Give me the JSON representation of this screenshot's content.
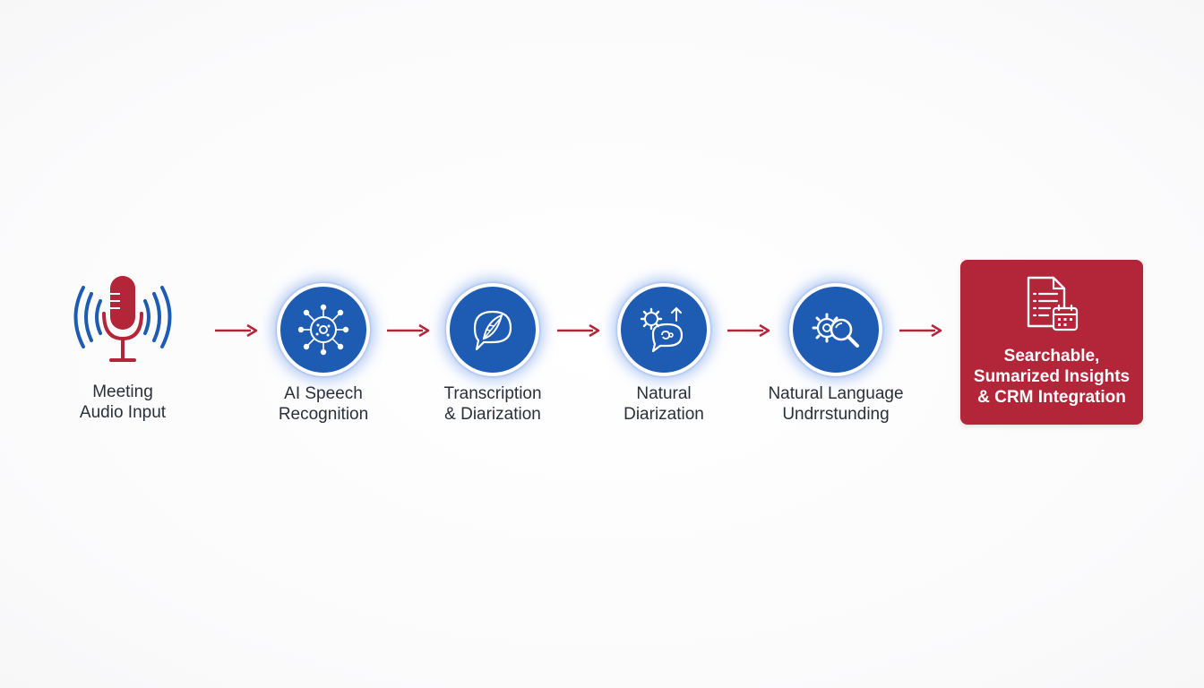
{
  "colors": {
    "accent_red": "#b3263a",
    "accent_blue": "#1d5cb2",
    "text": "#2a2f3a",
    "background": "#ffffff"
  },
  "steps": [
    {
      "icon": "microphone-icon",
      "line1": "Meeting",
      "line2": "Audio Input"
    },
    {
      "icon": "neural-network-icon",
      "line1": "AI Speech",
      "line2": "Recognition"
    },
    {
      "icon": "quill-speech-bubble-icon",
      "line1": "Transcription",
      "line2": "& Diarization"
    },
    {
      "icon": "gear-chat-icon",
      "line1": "Natural",
      "line2": "Diarization"
    },
    {
      "icon": "gear-search-icon",
      "line1": "Natural Language",
      "line2": "Undrrstunding"
    }
  ],
  "final": {
    "icon": "document-calendar-icon",
    "line1": "Searchable,",
    "line2": "Sumarized Insights",
    "line3": "& CRM Integration"
  }
}
